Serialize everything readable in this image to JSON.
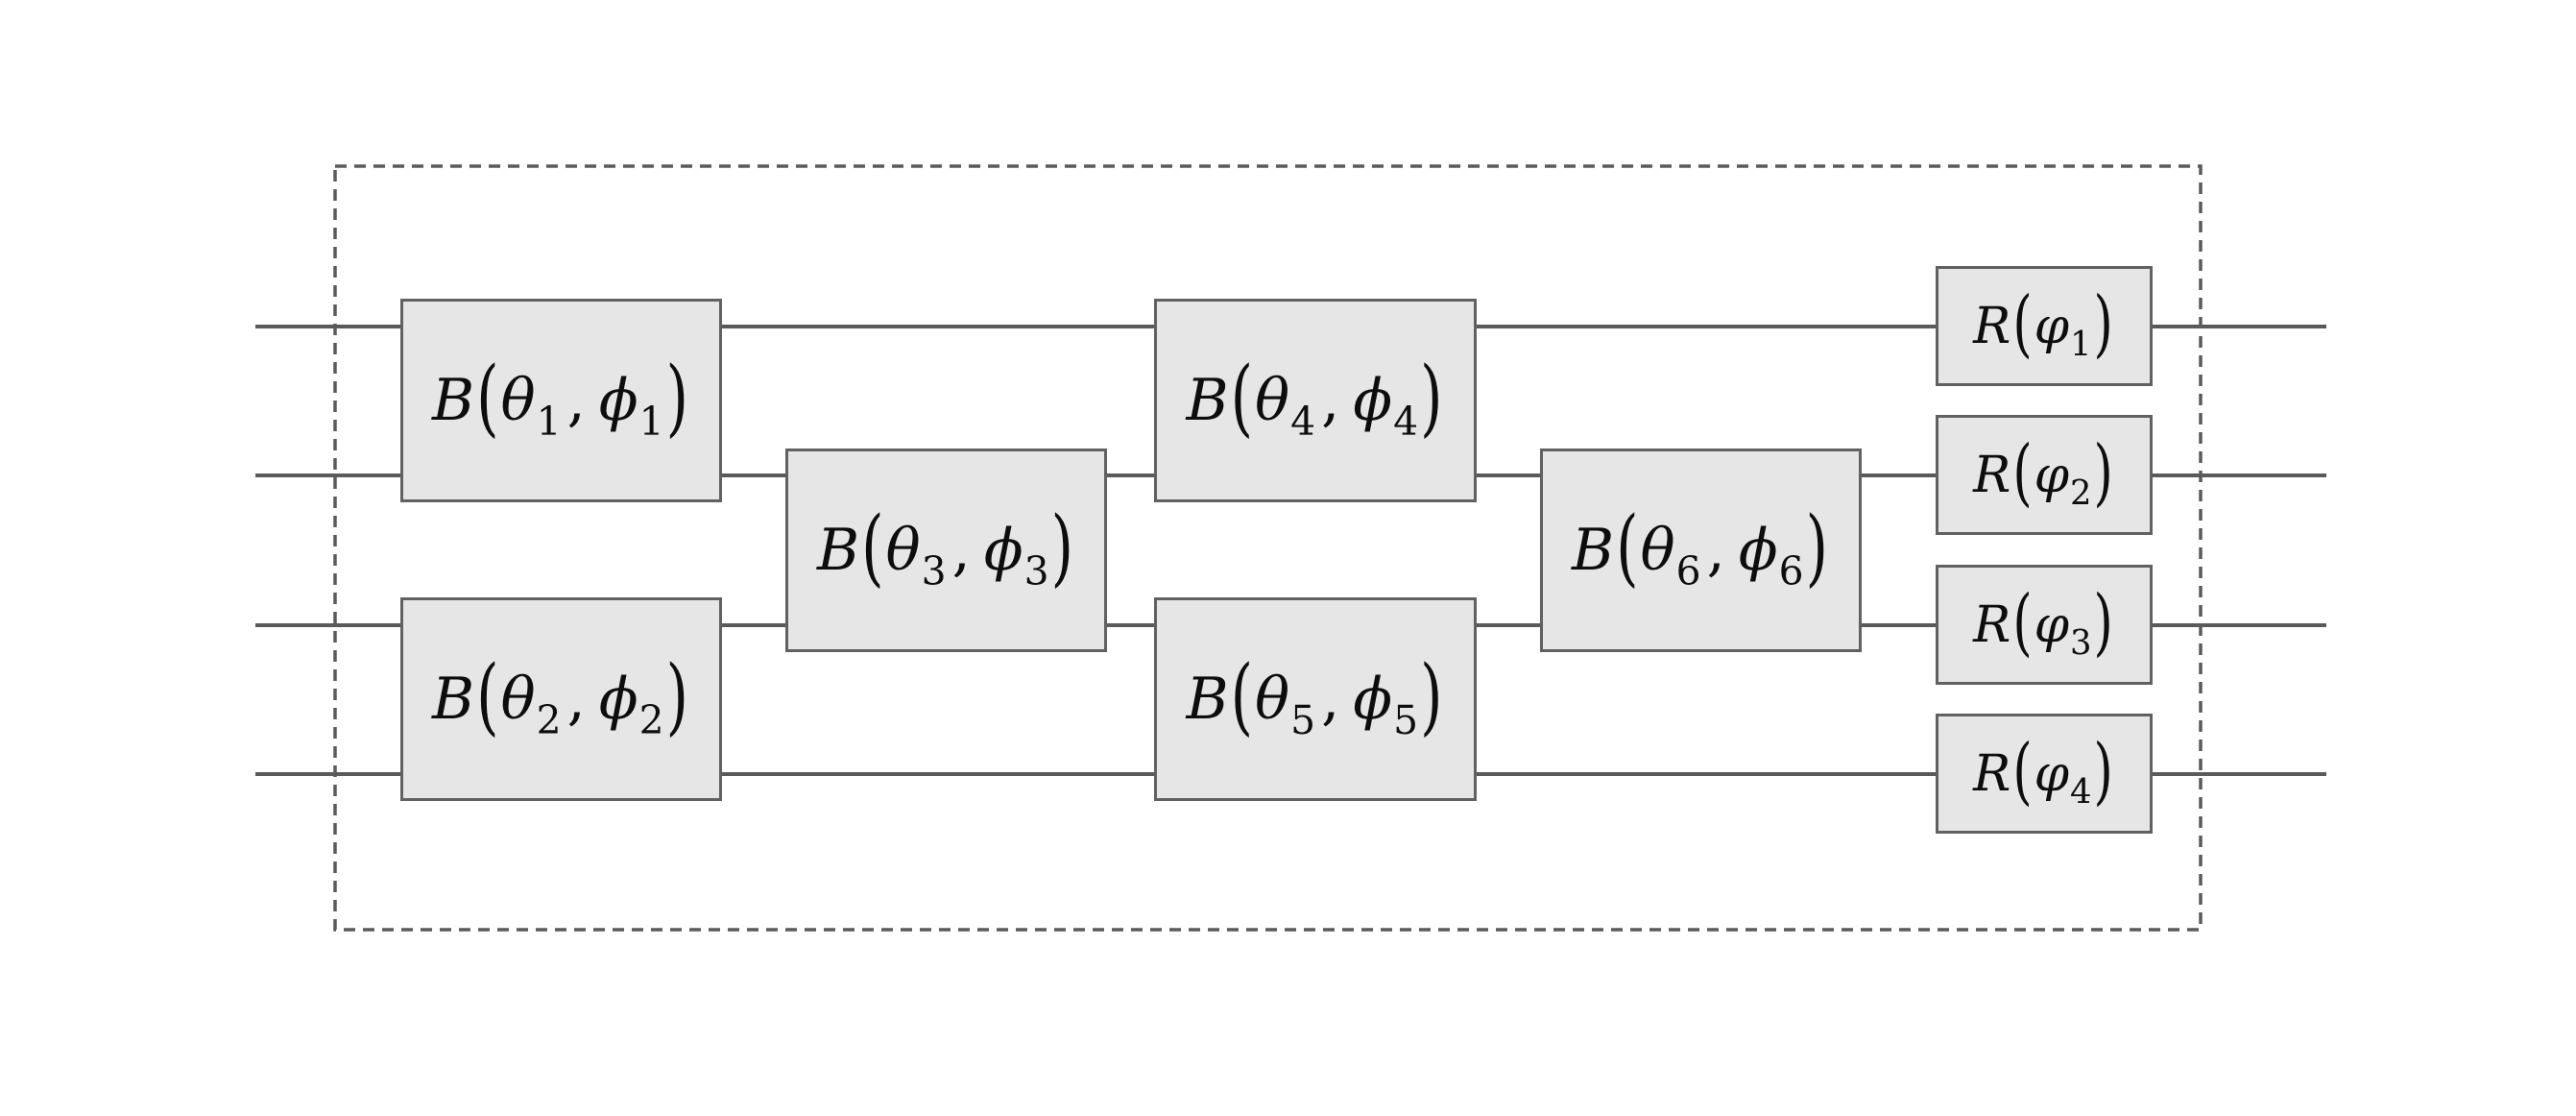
{
  "figure": {
    "description": "Photonic interferometer circuit diagram with 4 modes, 6 beamsplitter gates and 4 phase rotation gates inside a dashed boundary",
    "mode_count": 4,
    "boundary_style": "dashed",
    "colors": {
      "background": "#ffffff",
      "gate_fill": "#e6e6e6",
      "gate_border": "#616161",
      "wire": "#5a5a5a",
      "boundary": "#5a5a5a",
      "text": "#0d0d0d"
    },
    "beamsplitters": [
      {
        "func": "B",
        "open": "(",
        "theta": "θ",
        "theta_sub": "1",
        "sep": ",",
        "phi": "ϕ",
        "phi_sub": "1",
        "close": ")",
        "modes": "1-2",
        "column": 1
      },
      {
        "func": "B",
        "open": "(",
        "theta": "θ",
        "theta_sub": "2",
        "sep": ",",
        "phi": "ϕ",
        "phi_sub": "2",
        "close": ")",
        "modes": "3-4",
        "column": 1
      },
      {
        "func": "B",
        "open": "(",
        "theta": "θ",
        "theta_sub": "3",
        "sep": ",",
        "phi": "ϕ",
        "phi_sub": "3",
        "close": ")",
        "modes": "2-3",
        "column": 2
      },
      {
        "func": "B",
        "open": "(",
        "theta": "θ",
        "theta_sub": "4",
        "sep": ",",
        "phi": "ϕ",
        "phi_sub": "4",
        "close": ")",
        "modes": "1-2",
        "column": 3
      },
      {
        "func": "B",
        "open": "(",
        "theta": "θ",
        "theta_sub": "5",
        "sep": ",",
        "phi": "ϕ",
        "phi_sub": "5",
        "close": ")",
        "modes": "3-4",
        "column": 3
      },
      {
        "func": "B",
        "open": "(",
        "theta": "θ",
        "theta_sub": "6",
        "sep": ",",
        "phi": "ϕ",
        "phi_sub": "6",
        "close": ")",
        "modes": "2-3",
        "column": 4
      }
    ],
    "rotations": [
      {
        "func": "R",
        "open": "(",
        "phi": "φ",
        "phi_sub": "1",
        "close": ")",
        "mode": "1"
      },
      {
        "func": "R",
        "open": "(",
        "phi": "φ",
        "phi_sub": "2",
        "close": ")",
        "mode": "2"
      },
      {
        "func": "R",
        "open": "(",
        "phi": "φ",
        "phi_sub": "3",
        "close": ")",
        "mode": "3"
      },
      {
        "func": "R",
        "open": "(",
        "phi": "φ",
        "phi_sub": "4",
        "close": ")",
        "mode": "4"
      }
    ]
  }
}
